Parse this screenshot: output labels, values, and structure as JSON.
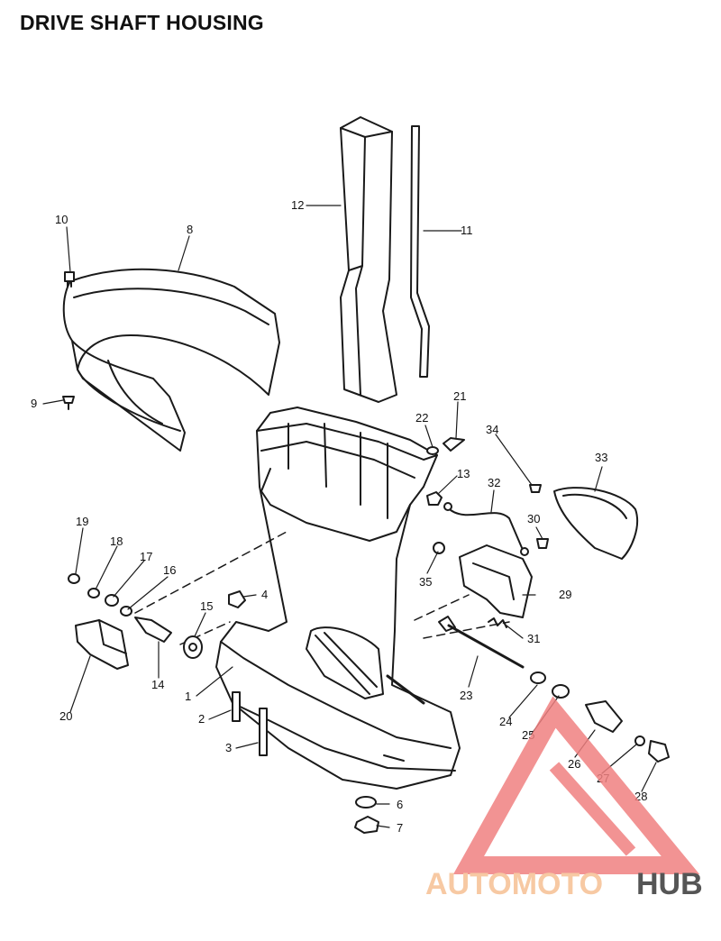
{
  "title": "DRIVE SHAFT HOUSING",
  "callouts": [
    "1",
    "2",
    "3",
    "4",
    "6",
    "7",
    "8",
    "9",
    "10",
    "11",
    "12",
    "13",
    "14",
    "15",
    "16",
    "17",
    "18",
    "19",
    "20",
    "21",
    "22",
    "23",
    "24",
    "25",
    "26",
    "27",
    "28",
    "29",
    "30",
    "31",
    "32",
    "33",
    "34",
    "35"
  ],
  "watermark": {
    "brand_part1": "AUTOMOTO",
    "brand_part2": "HUB",
    "color_primary": "#f08080",
    "color_light": "#f7c9a3",
    "color_dark": "#555555"
  }
}
